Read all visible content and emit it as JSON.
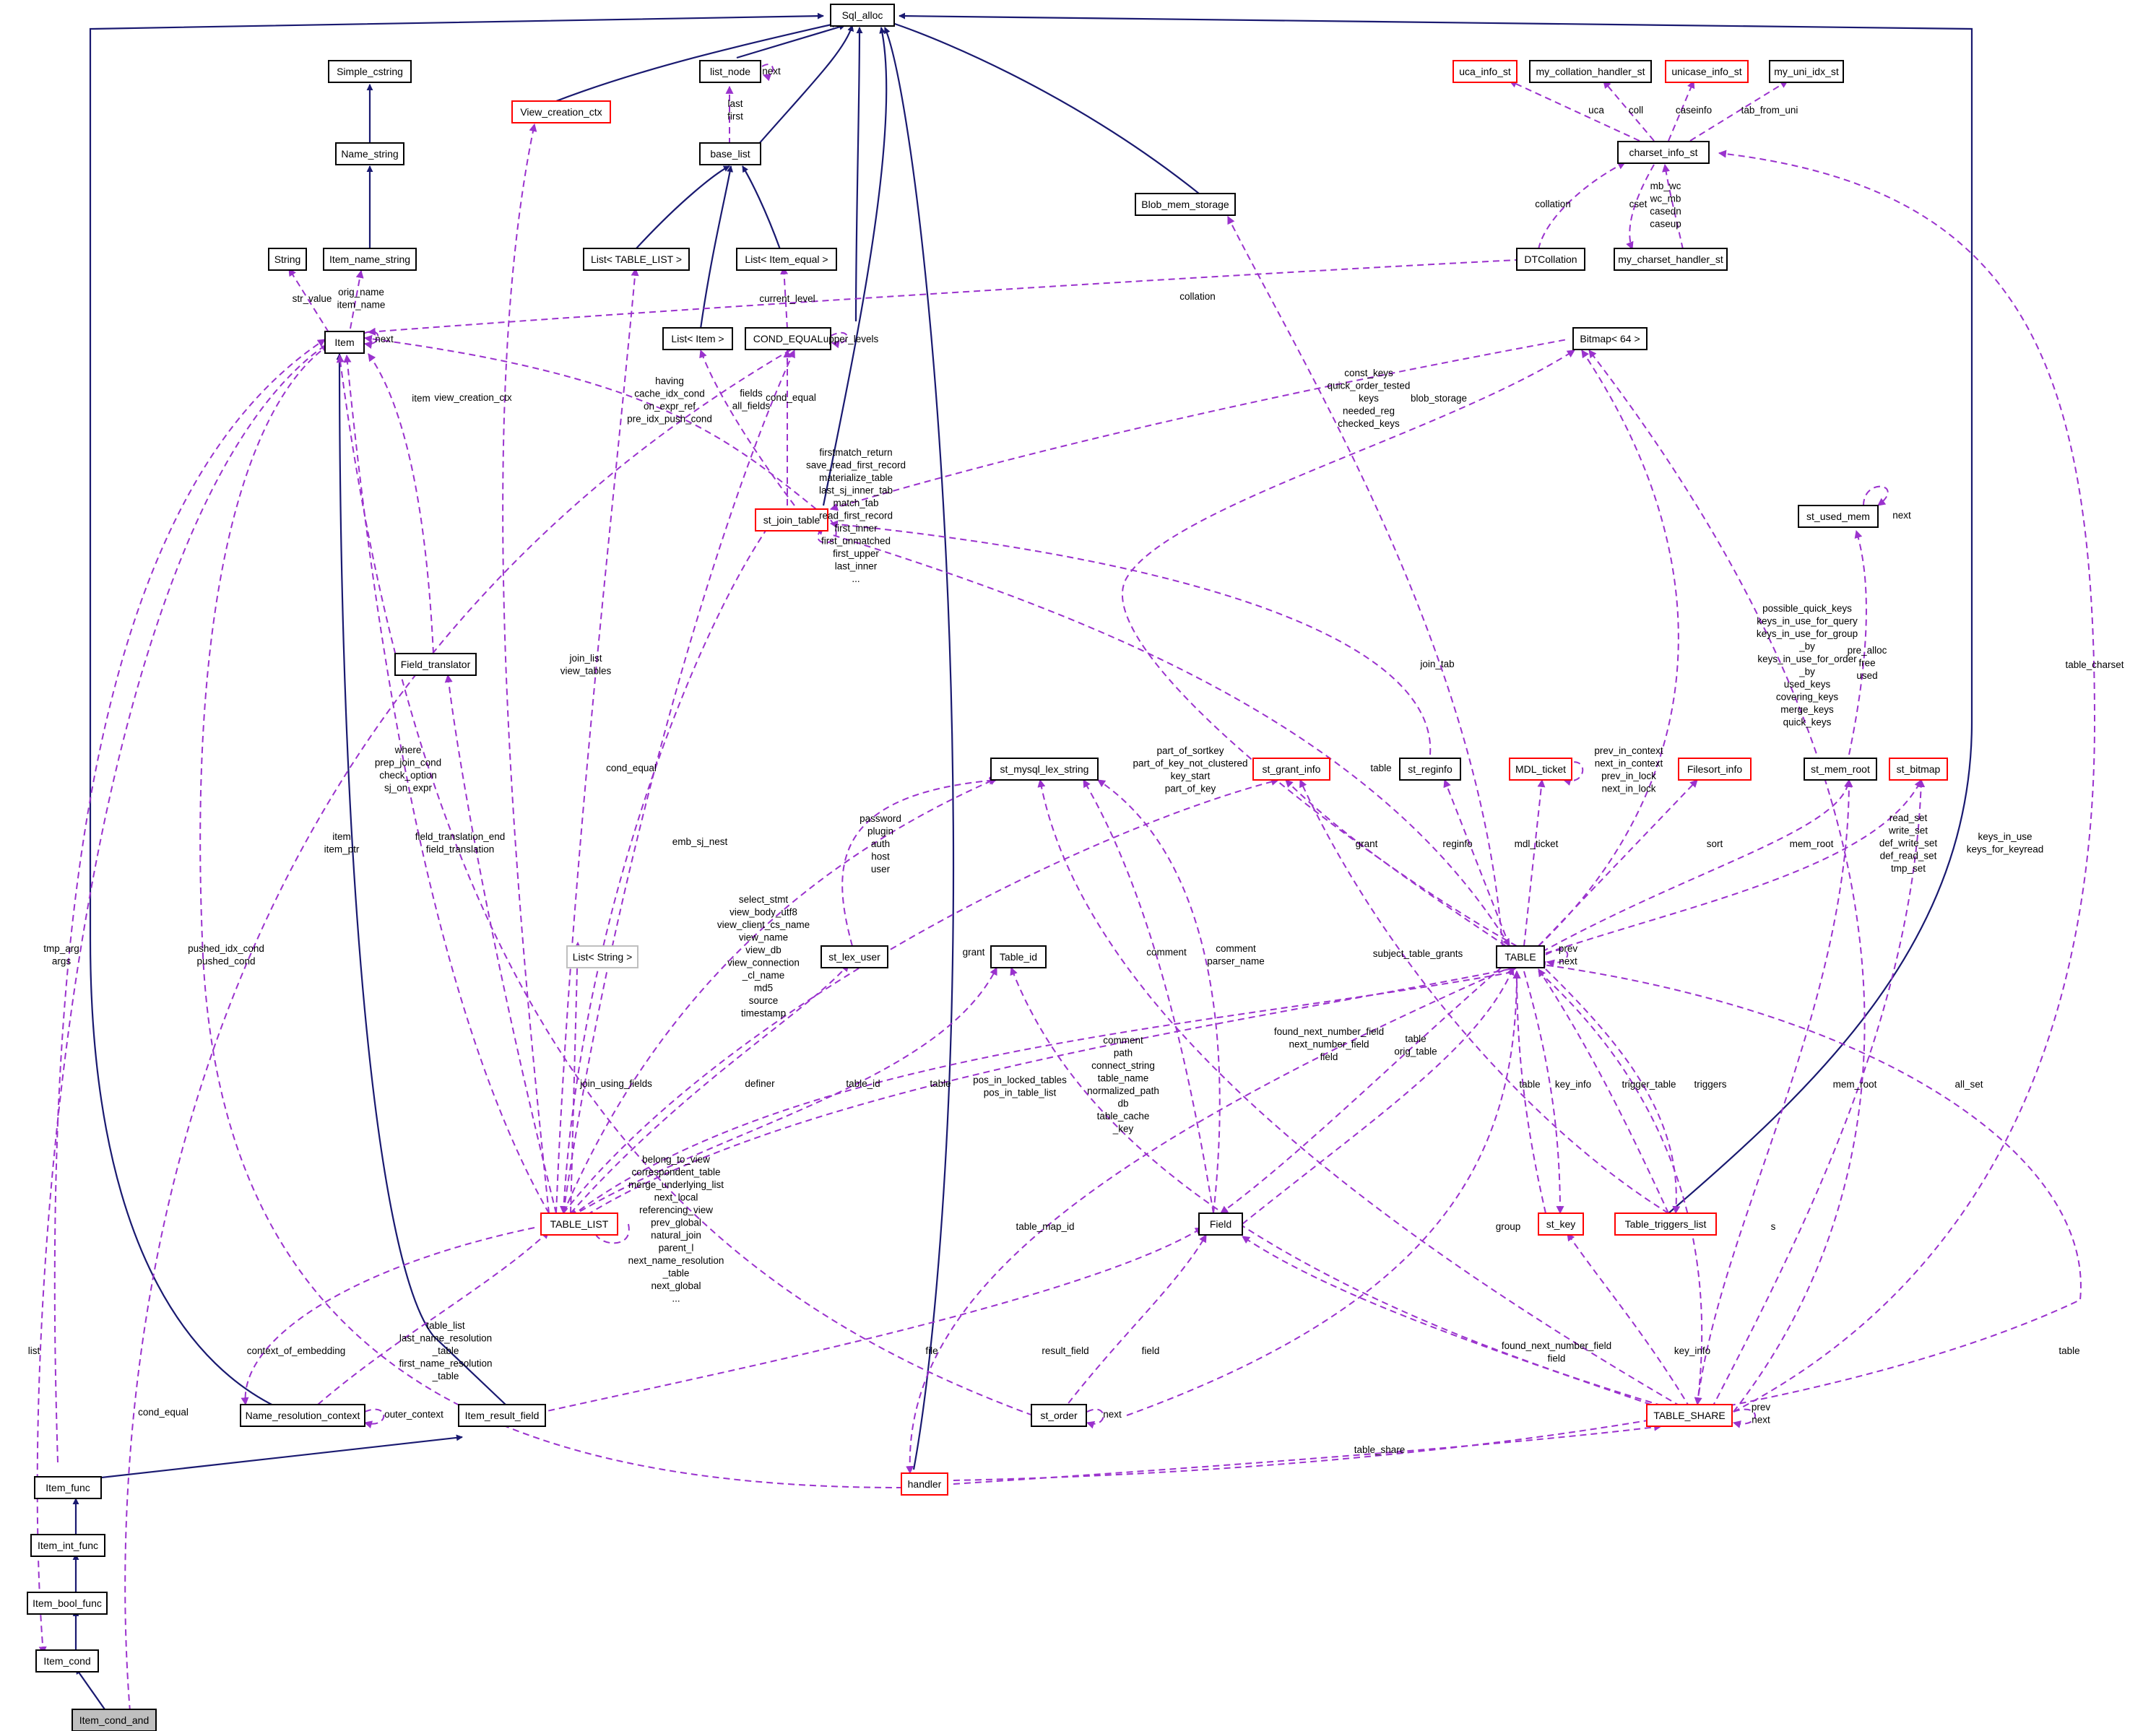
{
  "colors": {
    "inherit": "#191970",
    "use": "#9a32cd",
    "node_border": "#000000",
    "node_border_incomplete": "#ff0000",
    "node_border_gray": "#bfbfbf",
    "highlight_fill": "#bfbfbf"
  },
  "nodes": [
    {
      "id": "Sql_alloc",
      "label": "Sql_alloc",
      "border": "black"
    },
    {
      "id": "Simple_cstring",
      "label": "Simple_cstring",
      "border": "black"
    },
    {
      "id": "Name_string",
      "label": "Name_string",
      "border": "black"
    },
    {
      "id": "Item_name_string",
      "label": "Item_name_string",
      "border": "black"
    },
    {
      "id": "String",
      "label": "String",
      "border": "black"
    },
    {
      "id": "Item",
      "label": "Item",
      "border": "black"
    },
    {
      "id": "View_creation_ctx",
      "label": "View_creation_ctx",
      "border": "red"
    },
    {
      "id": "list_node",
      "label": "list_node",
      "border": "black"
    },
    {
      "id": "base_list",
      "label": "base_list",
      "border": "black"
    },
    {
      "id": "List_TABLE_LIST",
      "label": "List< TABLE_LIST >",
      "border": "black"
    },
    {
      "id": "List_Item_equal",
      "label": "List< Item_equal >",
      "border": "black"
    },
    {
      "id": "List_Item",
      "label": "List< Item >",
      "border": "black"
    },
    {
      "id": "COND_EQUAL",
      "label": "COND_EQUAL",
      "border": "black"
    },
    {
      "id": "Blob_mem_storage",
      "label": "Blob_mem_storage",
      "border": "black"
    },
    {
      "id": "uca_info_st",
      "label": "uca_info_st",
      "border": "red"
    },
    {
      "id": "my_collation_handler_st",
      "label": "my_collation_handler_st",
      "border": "black"
    },
    {
      "id": "unicase_info_st",
      "label": "unicase_info_st",
      "border": "red"
    },
    {
      "id": "my_uni_idx_st",
      "label": "my_uni_idx_st",
      "border": "black"
    },
    {
      "id": "charset_info_st",
      "label": "charset_info_st",
      "border": "black"
    },
    {
      "id": "DTCollation",
      "label": "DTCollation",
      "border": "black"
    },
    {
      "id": "my_charset_handler_st",
      "label": "my_charset_handler_st",
      "border": "black"
    },
    {
      "id": "Bitmap64",
      "label": "Bitmap< 64 >",
      "border": "black"
    },
    {
      "id": "st_join_table",
      "label": "st_join_table",
      "border": "red"
    },
    {
      "id": "st_used_mem",
      "label": "st_used_mem",
      "border": "black"
    },
    {
      "id": "Field_translator",
      "label": "Field_translator",
      "border": "black"
    },
    {
      "id": "st_mysql_lex_string",
      "label": "st_mysql_lex_string",
      "border": "black"
    },
    {
      "id": "st_grant_info",
      "label": "st_grant_info",
      "border": "red"
    },
    {
      "id": "st_reginfo",
      "label": "st_reginfo",
      "border": "black"
    },
    {
      "id": "MDL_ticket",
      "label": "MDL_ticket",
      "border": "red"
    },
    {
      "id": "Filesort_info",
      "label": "Filesort_info",
      "border": "red"
    },
    {
      "id": "st_mem_root",
      "label": "st_mem_root",
      "border": "black"
    },
    {
      "id": "st_bitmap",
      "label": "st_bitmap",
      "border": "red"
    },
    {
      "id": "List_String",
      "label": "List< String >",
      "border": "gray"
    },
    {
      "id": "st_lex_user",
      "label": "st_lex_user",
      "border": "black"
    },
    {
      "id": "Table_id",
      "label": "Table_id",
      "border": "black"
    },
    {
      "id": "TABLE",
      "label": "TABLE",
      "border": "black"
    },
    {
      "id": "TABLE_LIST",
      "label": "TABLE_LIST",
      "border": "red"
    },
    {
      "id": "Field",
      "label": "Field",
      "border": "black"
    },
    {
      "id": "st_key",
      "label": "st_key",
      "border": "red"
    },
    {
      "id": "Table_triggers_list",
      "label": "Table_triggers_list",
      "border": "red"
    },
    {
      "id": "Name_resolution_context",
      "label": "Name_resolution_context",
      "border": "black"
    },
    {
      "id": "Item_result_field",
      "label": "Item_result_field",
      "border": "black"
    },
    {
      "id": "st_order",
      "label": "st_order",
      "border": "black"
    },
    {
      "id": "TABLE_SHARE",
      "label": "TABLE_SHARE",
      "border": "red"
    },
    {
      "id": "handler",
      "label": "handler",
      "border": "red"
    },
    {
      "id": "Item_func",
      "label": "Item_func",
      "border": "black"
    },
    {
      "id": "Item_int_func",
      "label": "Item_int_func",
      "border": "black"
    },
    {
      "id": "Item_bool_func",
      "label": "Item_bool_func",
      "border": "black"
    },
    {
      "id": "Item_cond",
      "label": "Item_cond",
      "border": "black"
    },
    {
      "id": "Item_cond_and",
      "label": "Item_cond_and",
      "border": "black",
      "highlight": true
    }
  ],
  "labels": {
    "next_list_node": "next",
    "last_first": [
      "last",
      "first"
    ],
    "current_level": "current_level",
    "upper_levels": "upper_levels",
    "str_value": "str_value",
    "orig_item_name": [
      "orig_name",
      "item_name"
    ],
    "item_next": "next",
    "collation": "collation",
    "blob_storage": "blob_storage",
    "uca": "uca",
    "coll": "coll",
    "caseinfo": "caseinfo",
    "tab_from_uni": "tab_from_uni",
    "charset_collation": "collation",
    "cset": "cset",
    "mb_wc": [
      "mb_wc",
      "wc_mb",
      "casedn",
      "caseup"
    ],
    "table_charset": "table_charset",
    "view_creation_ctx": "view_creation_ctx",
    "having": [
      "having",
      "cache_idx_cond",
      "on_expr_ref",
      "pre_idx_push_cond"
    ],
    "fields_all_fields": [
      "fields",
      "all_fields"
    ],
    "cond_equal_jt": "cond_equal",
    "bitmap_keys": [
      "const_keys",
      "quick_order_tested",
      "keys",
      "needed_reg",
      "checked_keys"
    ],
    "join_tab_self": [
      "firstmatch_return",
      "save_read_first_record",
      "materialize_table",
      "last_sj_inner_tab",
      "match_tab",
      "read_first_record",
      "first_inner",
      "first_unmatched",
      "first_upper",
      "last_inner",
      "..."
    ],
    "item_label": "item",
    "join_list": [
      "join_list",
      "view_tables"
    ],
    "cond_equal_tl": "cond_equal",
    "emb_sj_nest": "emb_sj_nest",
    "join_tab": "join_tab",
    "table_label_jt": "table",
    "next_used_mem": "next",
    "pre_alloc": [
      "pre_alloc",
      "free",
      "used"
    ],
    "possible_quick_keys": [
      "possible_quick_keys",
      "keys_in_use_for_query",
      "keys_in_use_for_group",
      "_by",
      "keys_in_use_for_order",
      "_by",
      "used_keys",
      "covering_keys",
      "merge_keys",
      "quick_keys"
    ],
    "where": [
      "where",
      "prep_join_cond",
      "check_option",
      "sj_on_expr"
    ],
    "field_translation": [
      "field_translation_end",
      "field_translation"
    ],
    "part_of_sortkey": [
      "part_of_sortkey",
      "part_of_key_not_clustered",
      "key_start",
      "part_of_key"
    ],
    "mdl_prev": [
      "prev_in_context",
      "next_in_context",
      "prev_in_lock",
      "next_in_lock"
    ],
    "password": [
      "password",
      "plugin",
      "auth",
      "host",
      "user"
    ],
    "grant_tl": "grant",
    "reginfo": "reginfo",
    "mdl_ticket": "mdl_ticket",
    "sort": "sort",
    "mem_root_table": "mem_root",
    "read_set": [
      "read_set",
      "write_set",
      "def_write_set",
      "def_read_set",
      "tmp_set"
    ],
    "keys_in_use": [
      "keys_in_use",
      "keys_for_keyread"
    ],
    "item_ptr": [
      "item",
      "item_ptr"
    ],
    "select_stmt": [
      "select_stmt",
      "view_body_utf8",
      "view_client_cs_name",
      "view_name",
      "view_db",
      "view_connection",
      "_cl_name",
      "md5",
      "source",
      "timestamp"
    ],
    "grant_table": "grant",
    "comment_field": "comment",
    "comment_parser": [
      "comment",
      "parser_name"
    ],
    "subject_table_grants": "subject_table_grants",
    "prev_next_table": [
      "prev",
      "next"
    ],
    "tmp_arg": [
      "tmp_arg",
      "args"
    ],
    "pushed_idx_cond": [
      "pushed_idx_cond",
      "pushed_cond"
    ],
    "join_using_fields": "join_using_fields",
    "definer": "definer",
    "table_id": "table_id",
    "table_tl": "table",
    "pos_in_locked": [
      "pos_in_locked_tables",
      "pos_in_table_list"
    ],
    "comment_path": [
      "comment",
      "path",
      "connect_string",
      "table_name",
      "normalized_path",
      "db",
      "table_cache",
      "_key"
    ],
    "found_next_number": [
      "found_next_number_field",
      "next_number_field",
      "field"
    ],
    "table_orig_table": [
      "table",
      "orig_table"
    ],
    "table_key": "table",
    "key_info_table": "key_info",
    "trigger_table": "trigger_table",
    "triggers": "triggers",
    "belong_to_view": [
      "belong_to_view",
      "correspondent_table",
      "merge_underlying_list",
      "next_local",
      "referencing_view",
      "prev_global",
      "natural_join",
      "parent_l",
      "next_name_resolution",
      "_table",
      "next_global",
      "..."
    ],
    "table_map_id": "table_map_id",
    "group": "group",
    "s": "s",
    "mem_root_share": "mem_root",
    "all_set": "all_set",
    "list": "list",
    "cond_equal_and": "cond_equal",
    "context_of_embedding": "context_of_embedding",
    "table_list": [
      "table_list",
      "last_name_resolution",
      "_table",
      "first_name_resolution",
      "_table"
    ],
    "outer_context": "outer_context",
    "file": "file",
    "result_field": "result_field",
    "field_order": "field",
    "next_order": "next",
    "found_next_share": [
      "found_next_number_field",
      "field"
    ],
    "key_info_share": "key_info",
    "table_handler": "table",
    "prev_next_share": [
      "prev",
      "next"
    ],
    "table_share": "table_share"
  }
}
